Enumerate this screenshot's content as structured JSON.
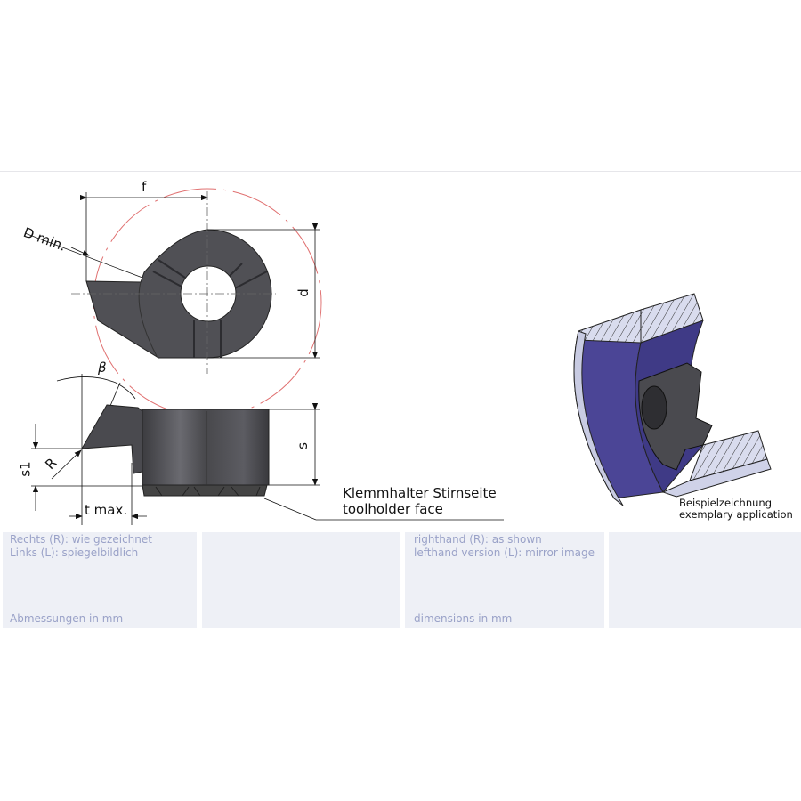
{
  "drawing": {
    "labels": {
      "f": "f",
      "d_min": "D min.",
      "d": "d",
      "beta": "β",
      "s": "s",
      "s1": "s1",
      "r": "R",
      "t_max": "t max.",
      "toolholder_face_de": "Klemmhalter Stirnseite",
      "toolholder_face_en": "toolholder face"
    },
    "example": {
      "caption_de": "Beispielzeichnung",
      "caption_en": "exemplary application"
    },
    "colors": {
      "insert": "#4a4a4f",
      "workpiece": "#4b4596",
      "dimension_circle": "#e05a5a",
      "panel": "#eef0f6",
      "panel_text": "#9aa2c8"
    }
  },
  "notes": {
    "de": {
      "line1": "Rechts (R): wie gezeichnet",
      "line2": "Links (L): spiegelbildlich",
      "units": "Abmessungen in mm"
    },
    "en": {
      "line1": "righthand (R): as shown",
      "line2": "lefthand version (L): mirror image",
      "units": "dimensions in mm"
    }
  }
}
